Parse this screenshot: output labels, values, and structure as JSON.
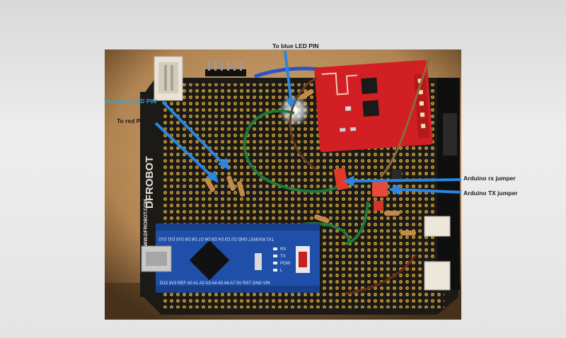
{
  "labels": {
    "blue_led": "To blue LED PIN",
    "yellow_led": "To yellow LED PIN",
    "red_pin": "To red PIN",
    "rx_jumper": "Arduino rx jumper",
    "tx_jumper": "Arduino TX jumper"
  },
  "board": {
    "brand": "DFROBOT",
    "url": "WWW.DFROBOT.COM",
    "nano_top_pins": "TX1 RX0RST GND D2 D3 D4 D5 D6 D7 D8 D9 D10 D11 D12",
    "nano_bottom_pins": "D13 3V3 REF A0 A1 A2 A3 A4 A5 A6 A7 5V RST GND VIN",
    "nano_leds": [
      "RX",
      "TX",
      "POW",
      "L"
    ]
  },
  "colors": {
    "arrow": "#2a86e0",
    "pcb": "#1b1a16",
    "wood": "#c9a272",
    "nano": "#1f4fa8",
    "esp": "#d11f24"
  }
}
